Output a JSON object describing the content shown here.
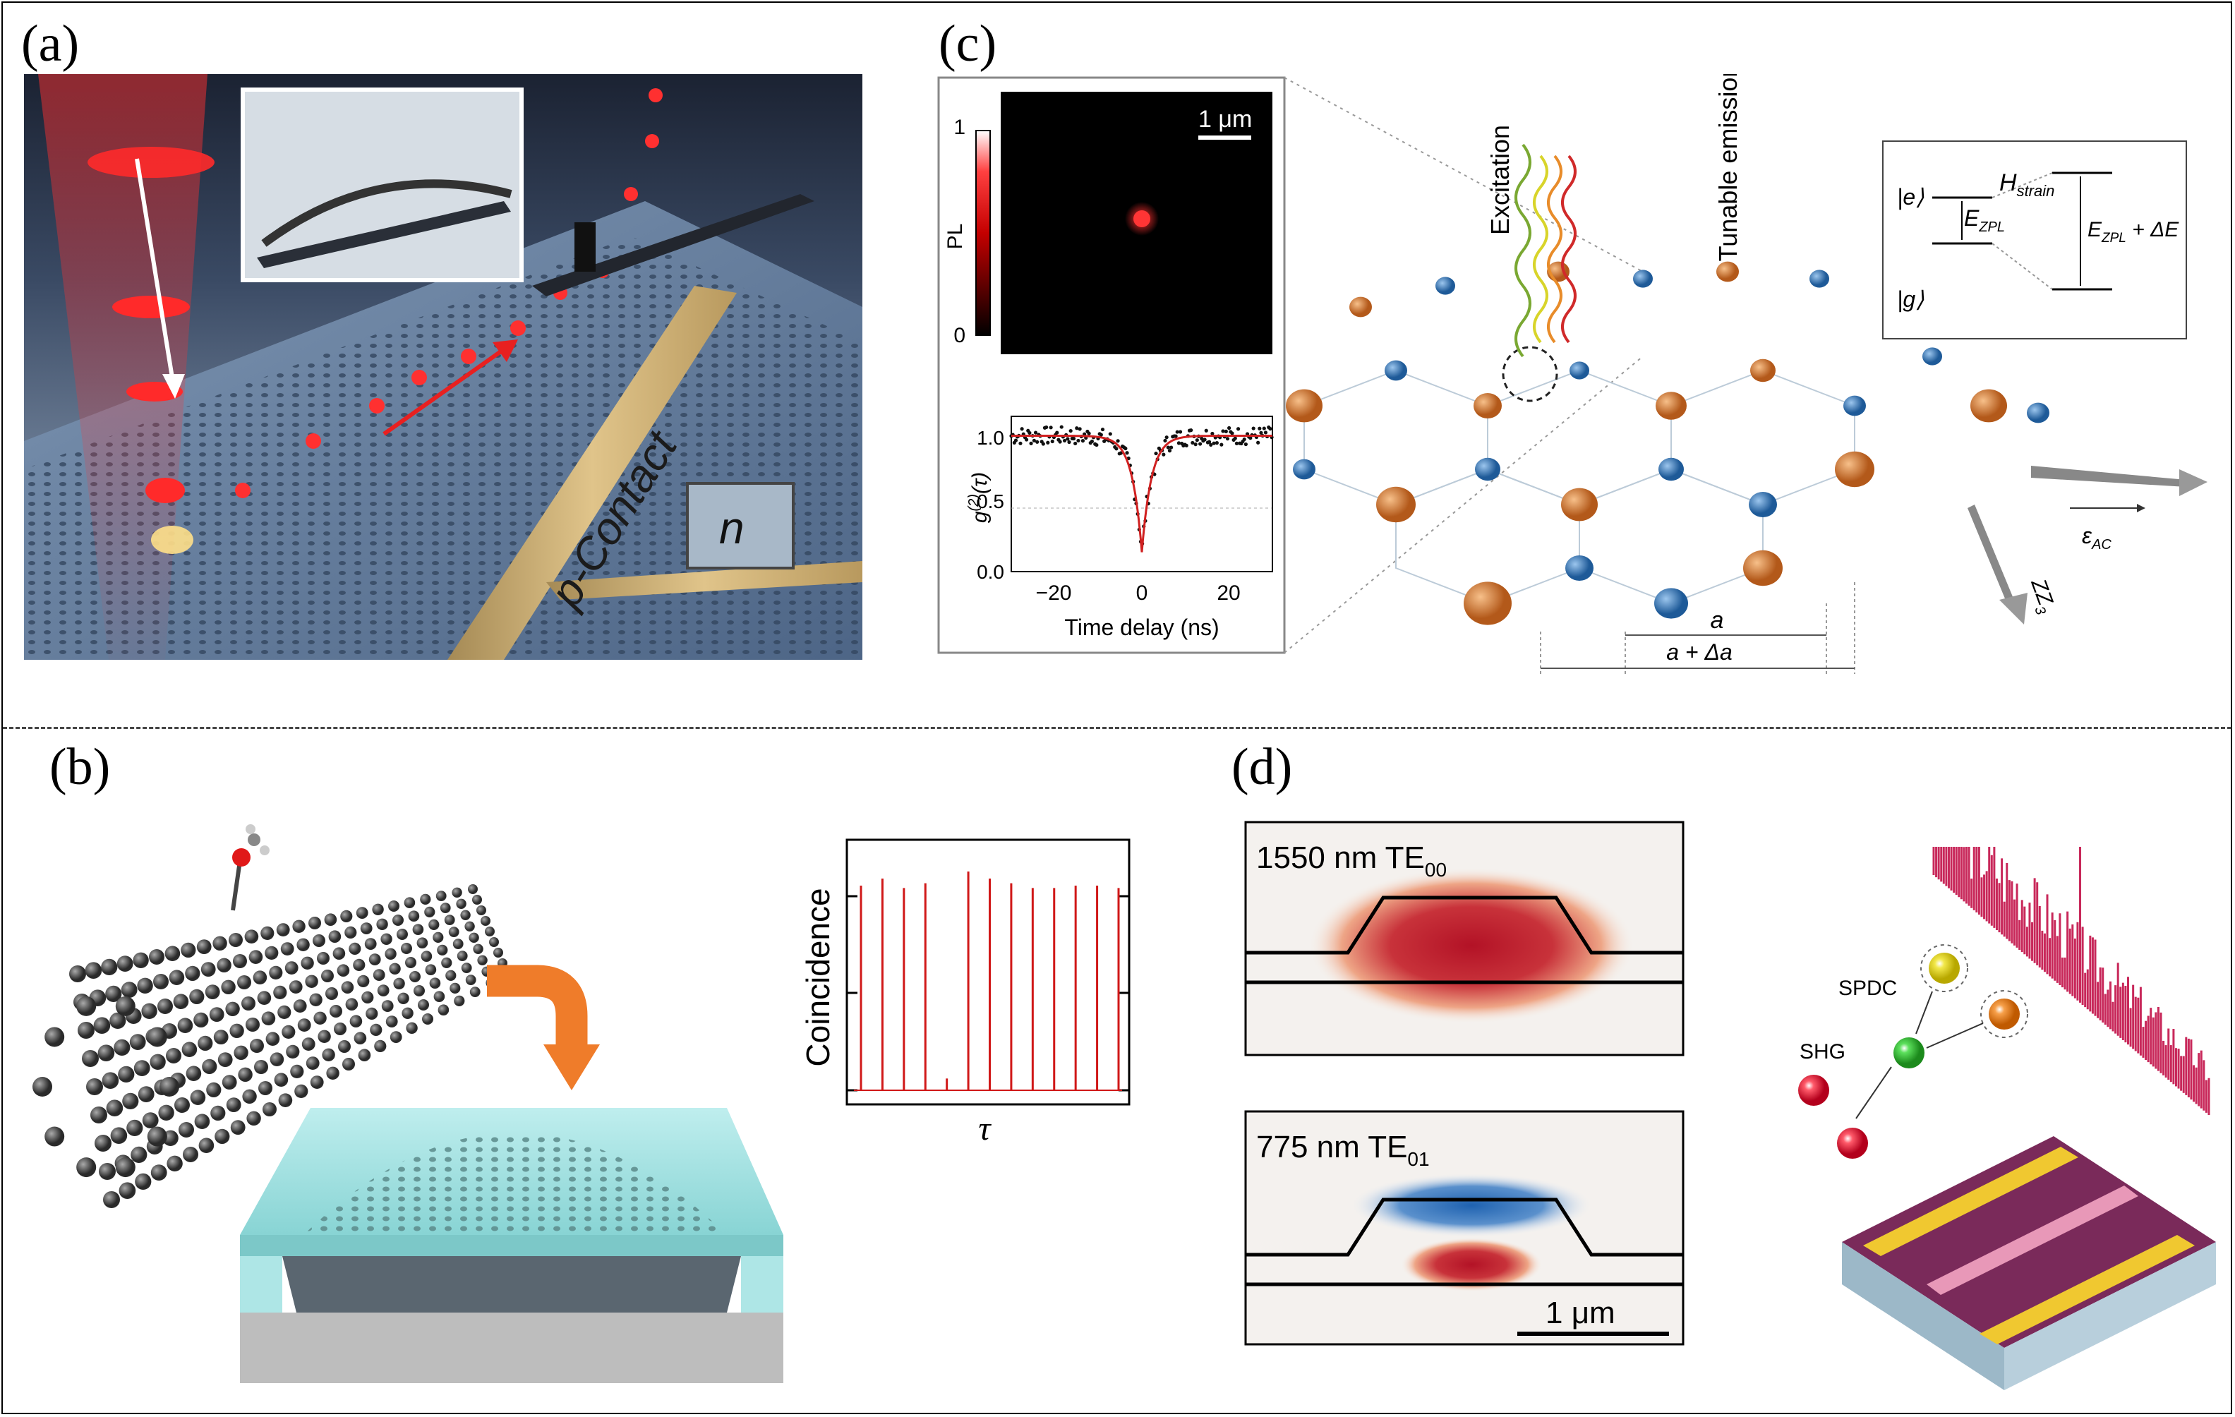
{
  "panels": {
    "a": {
      "label": "(a)",
      "contact_label": "p-Contact",
      "n_label": "n"
    },
    "b": {
      "label": "(b)",
      "ylabel": "Coincidence",
      "xlabel": "τ"
    },
    "c": {
      "label": "(c)",
      "scale_bar": "1 μm",
      "colorbar_label": "PL",
      "colorbar_max": "1",
      "colorbar_min": "0",
      "g2_xlabel": "Time delay (ns)",
      "g2_yticks": [
        "1.0",
        "0.5",
        "0.0"
      ],
      "g2_xticks": [
        "−20",
        "0",
        "20"
      ],
      "excitation": "Excitation",
      "tunable": "Tunable emission",
      "state_e": "|e⟩",
      "state_g": "|g⟩",
      "h_strain": "H",
      "h_strain_sub": "strain",
      "e_zpl": "E",
      "e_zpl_sub": "ZPL",
      "e_zpl_de_tail": " + ΔE",
      "eps_ac": "ε",
      "eps_ac_sub": "AC",
      "zz3": "ZZ",
      "zz3_sub": "3",
      "lattice_a": "a",
      "lattice_a_da": "a + Δa"
    },
    "d": {
      "label": "(d)",
      "mode1": "1550 nm TE",
      "mode1_sub": "00",
      "mode2": "775 nm TE",
      "mode2_sub": "01",
      "scale_bar": "1 μm",
      "spdc": "SPDC",
      "shg": "SHG"
    }
  },
  "chart_data": [
    {
      "type": "bar",
      "panel": "b",
      "title": "",
      "xlabel": "τ",
      "ylabel": "Coincidence",
      "values": [
        0.87,
        0.9,
        0.86,
        0.88,
        0.05,
        0.93,
        0.9,
        0.88,
        0.86,
        0.86,
        0.87,
        0.87,
        0.86
      ],
      "ylim": [
        0,
        1.05
      ]
    },
    {
      "type": "scatter",
      "panel": "c",
      "title": "",
      "xlabel": "Time delay (ns)",
      "ylabel": "g(2)(τ)",
      "xlim": [
        -30,
        30
      ],
      "ylim": [
        0,
        1.2
      ],
      "dip_center": 0,
      "dip_min": 0.15,
      "baseline": 1.05
    }
  ]
}
